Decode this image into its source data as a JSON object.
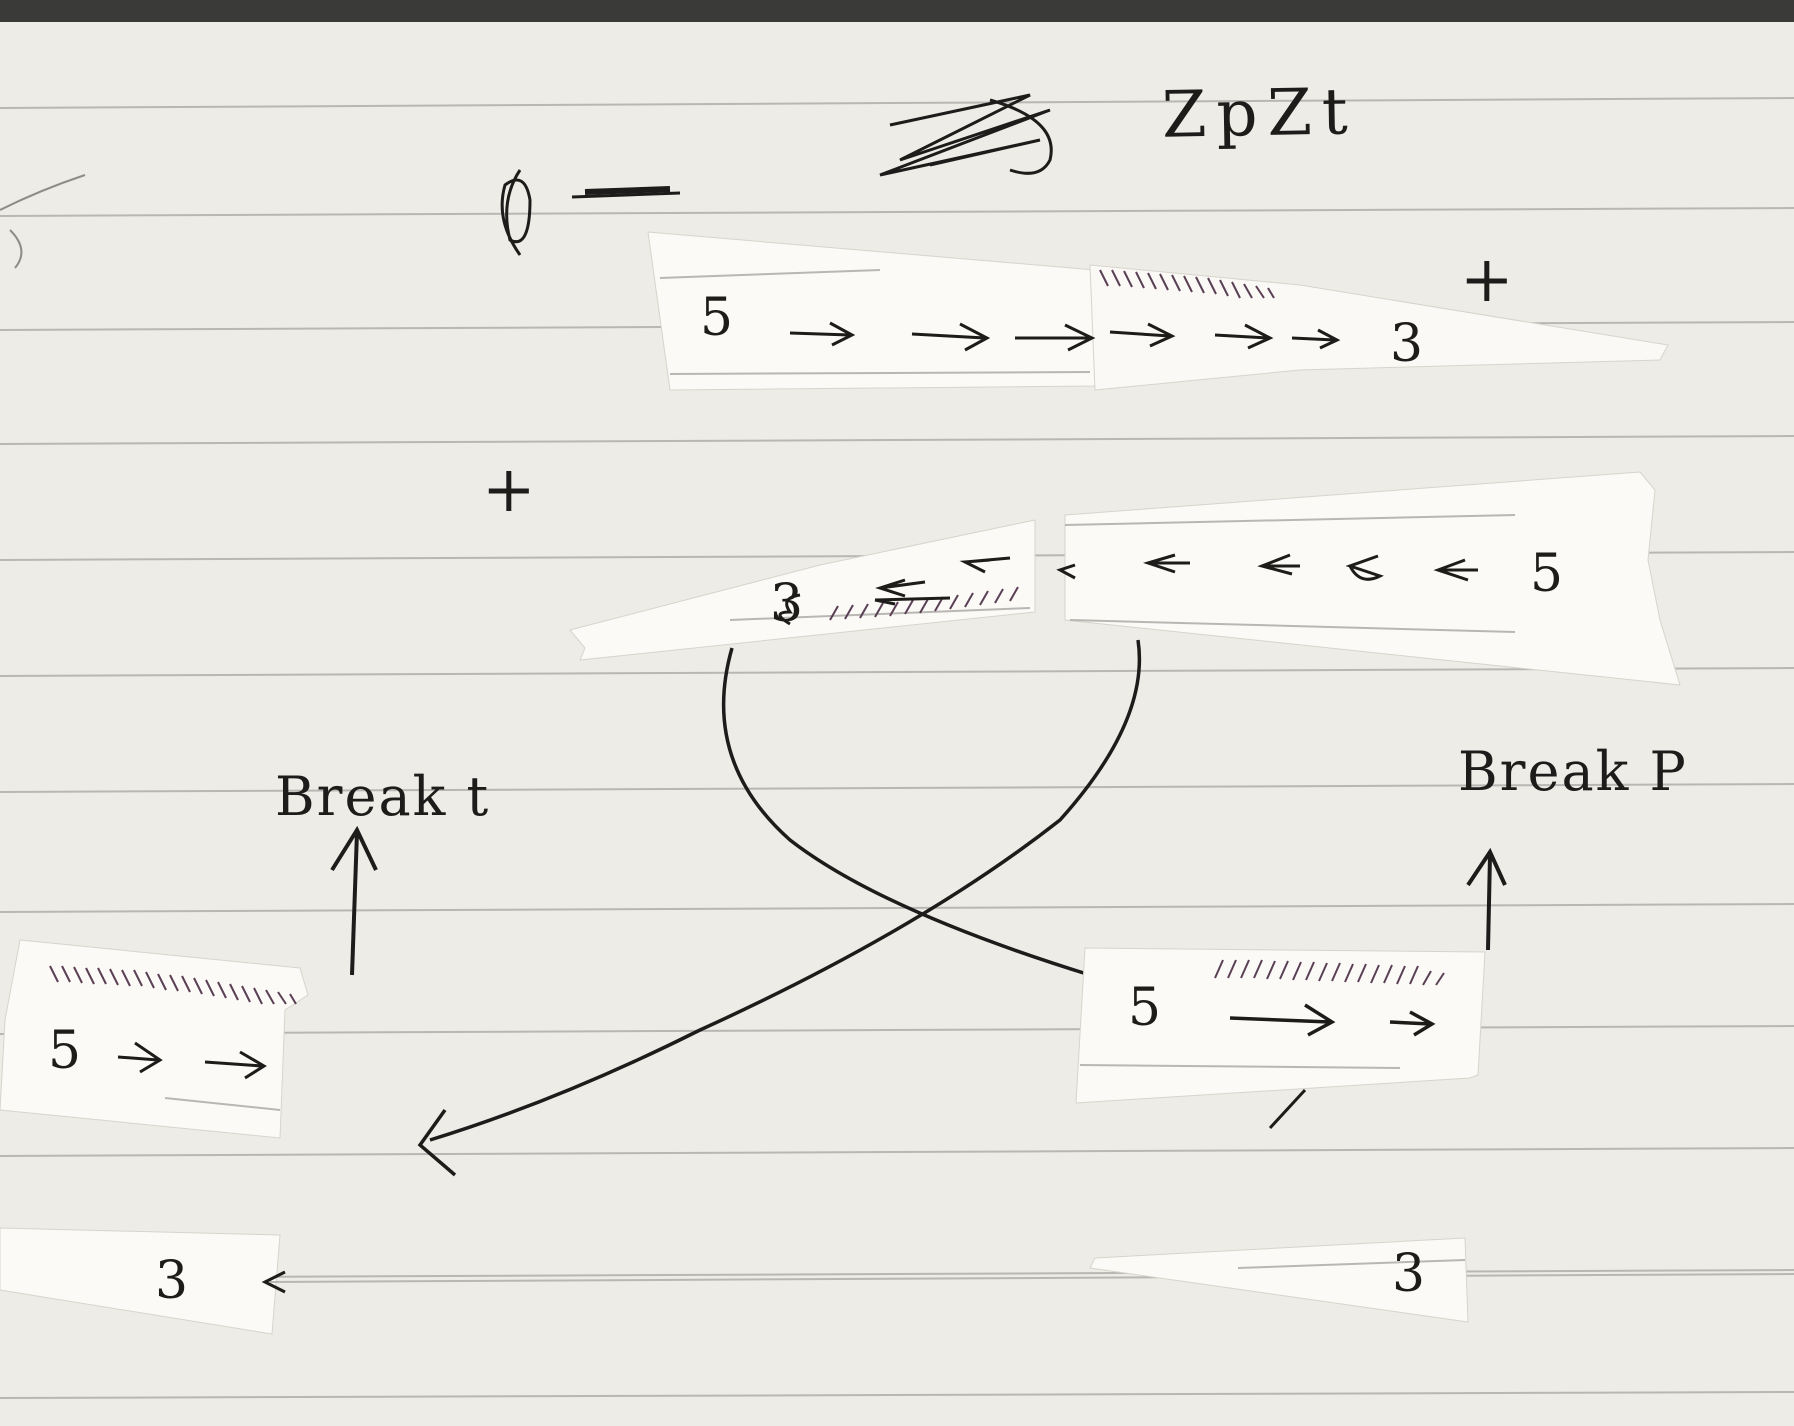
{
  "title": "ZpZt",
  "strips": {
    "top": {
      "start": "5",
      "end": "3"
    },
    "second": {
      "start": "5",
      "end": "3"
    },
    "bottom_left": {
      "start": "5"
    },
    "bottom_right": {
      "start": "5"
    }
  },
  "labels": {
    "break_left": "Break t",
    "break_right": "Break P"
  },
  "signs": {
    "top_right": "+",
    "second_left": "+"
  },
  "ends": {
    "bottom_left": "3",
    "bottom_right": "3"
  },
  "colors": {
    "paper": "#efede7",
    "rule_line": "#b9b8b6",
    "ink": "#1d1c1a",
    "shading": "#5a3f55"
  }
}
